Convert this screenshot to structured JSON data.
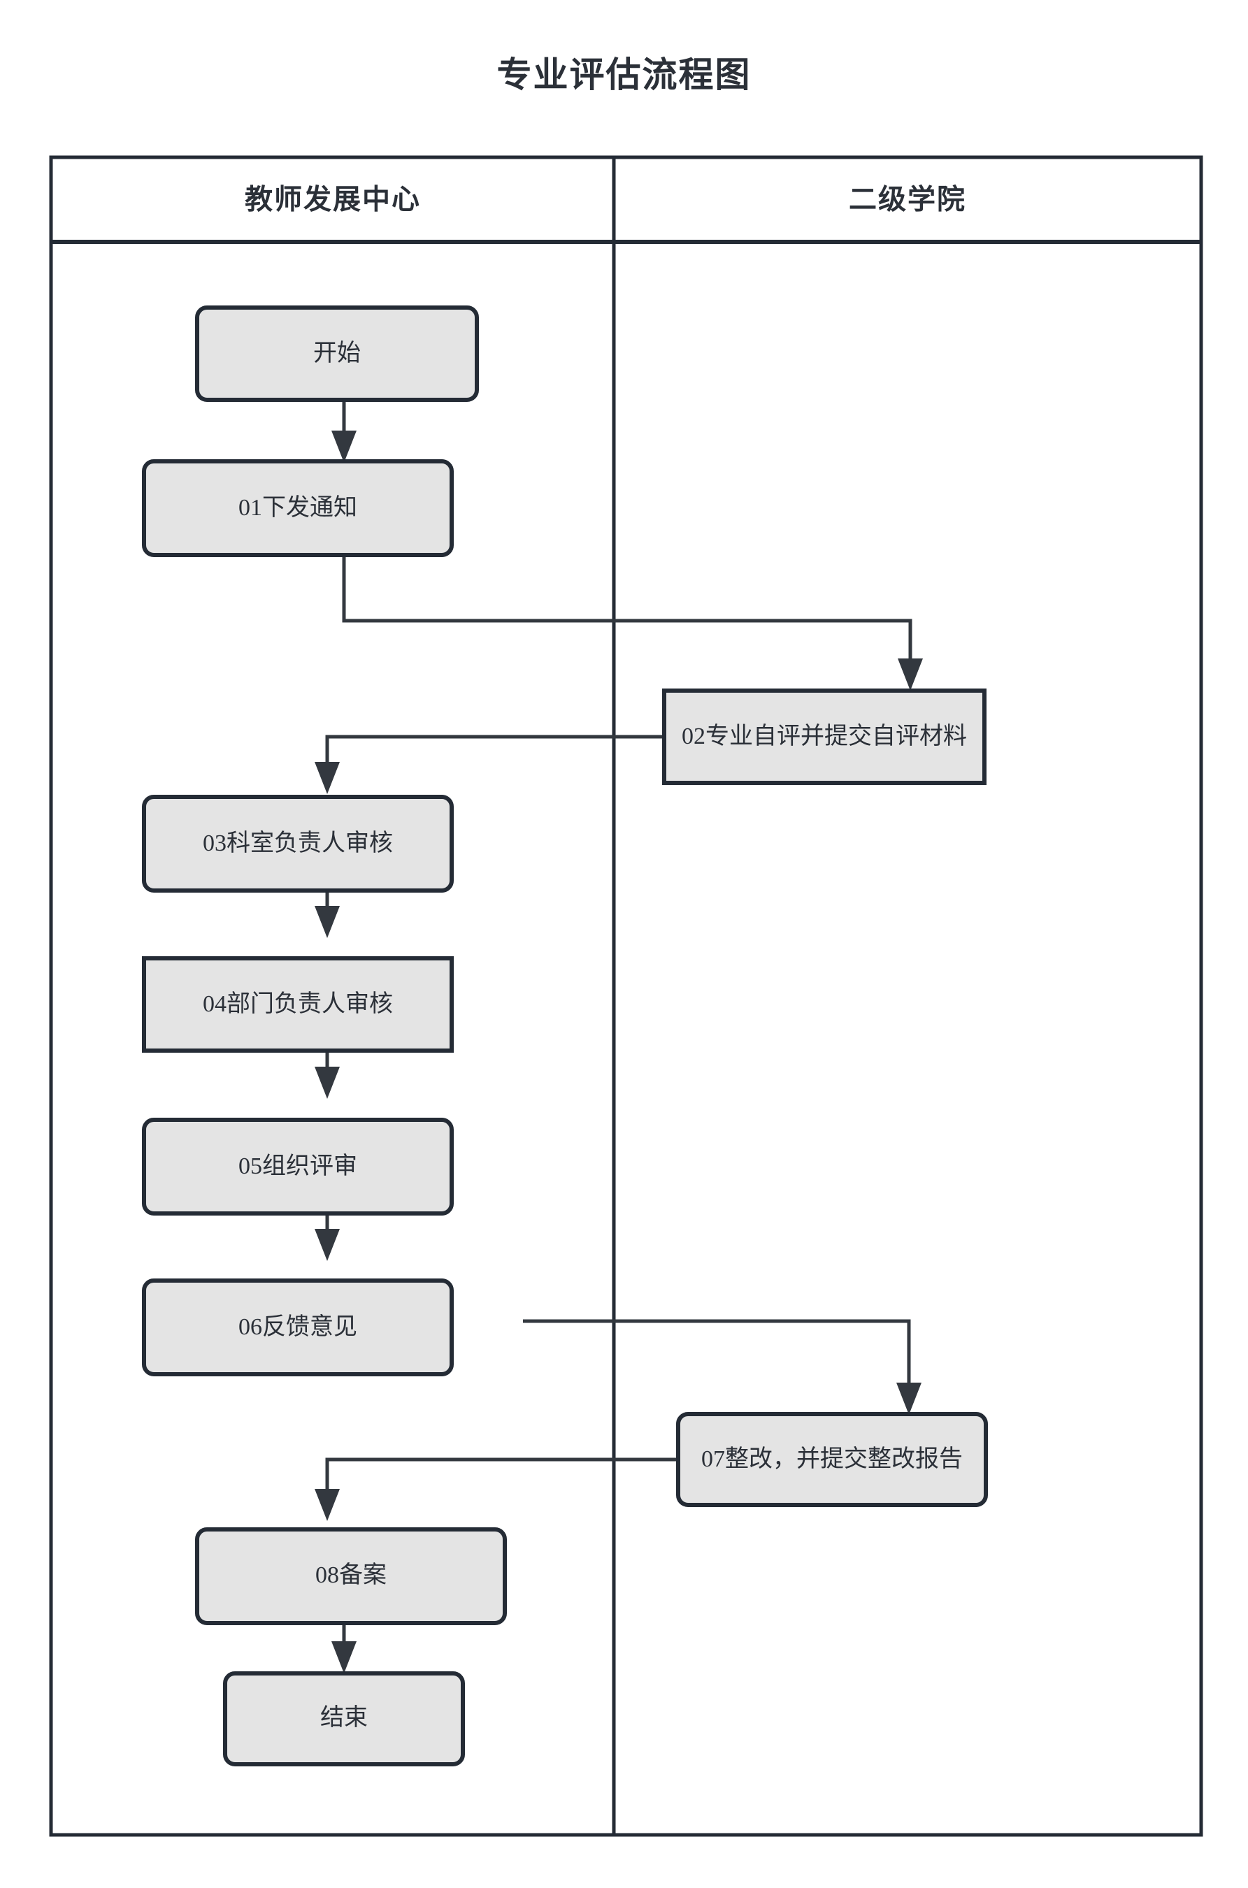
{
  "title": "专业评估流程图",
  "lanes": [
    {
      "id": "lane-left",
      "label": "教师发展中心"
    },
    {
      "id": "lane-right",
      "label": "二级学院"
    }
  ],
  "nodes": [
    {
      "id": "start",
      "label": "开始",
      "lane": "lane-left",
      "shape": "rounded"
    },
    {
      "id": "n01",
      "label": "01下发通知",
      "lane": "lane-left",
      "shape": "rounded"
    },
    {
      "id": "n02",
      "label": "02专业自评并提交自评材料",
      "lane": "lane-right",
      "shape": "square"
    },
    {
      "id": "n03",
      "label": "03科室负责人审核",
      "lane": "lane-left",
      "shape": "rounded"
    },
    {
      "id": "n04",
      "label": "04部门负责人审核",
      "lane": "lane-left",
      "shape": "square"
    },
    {
      "id": "n05",
      "label": "05组织评审",
      "lane": "lane-left",
      "shape": "rounded"
    },
    {
      "id": "n06",
      "label": "06反馈意见",
      "lane": "lane-left",
      "shape": "rounded"
    },
    {
      "id": "n07",
      "label": "07整改，并提交整改报告",
      "lane": "lane-right",
      "shape": "rounded"
    },
    {
      "id": "n08",
      "label": "08备案",
      "lane": "lane-left",
      "shape": "rounded"
    },
    {
      "id": "end",
      "label": "结束",
      "lane": "lane-left",
      "shape": "rounded"
    }
  ],
  "edges": [
    {
      "from": "start",
      "to": "n01"
    },
    {
      "from": "n01",
      "to": "n02"
    },
    {
      "from": "n02",
      "to": "n03"
    },
    {
      "from": "n03",
      "to": "n04"
    },
    {
      "from": "n04",
      "to": "n05"
    },
    {
      "from": "n05",
      "to": "n06"
    },
    {
      "from": "n06",
      "to": "n07"
    },
    {
      "from": "n07",
      "to": "n08"
    },
    {
      "from": "n08",
      "to": "end"
    }
  ],
  "colors": {
    "node_fill": "#e4e4e4",
    "stroke": "#242b35",
    "edge": "#33383f",
    "text": "#2b3038",
    "background": "#ffffff"
  }
}
